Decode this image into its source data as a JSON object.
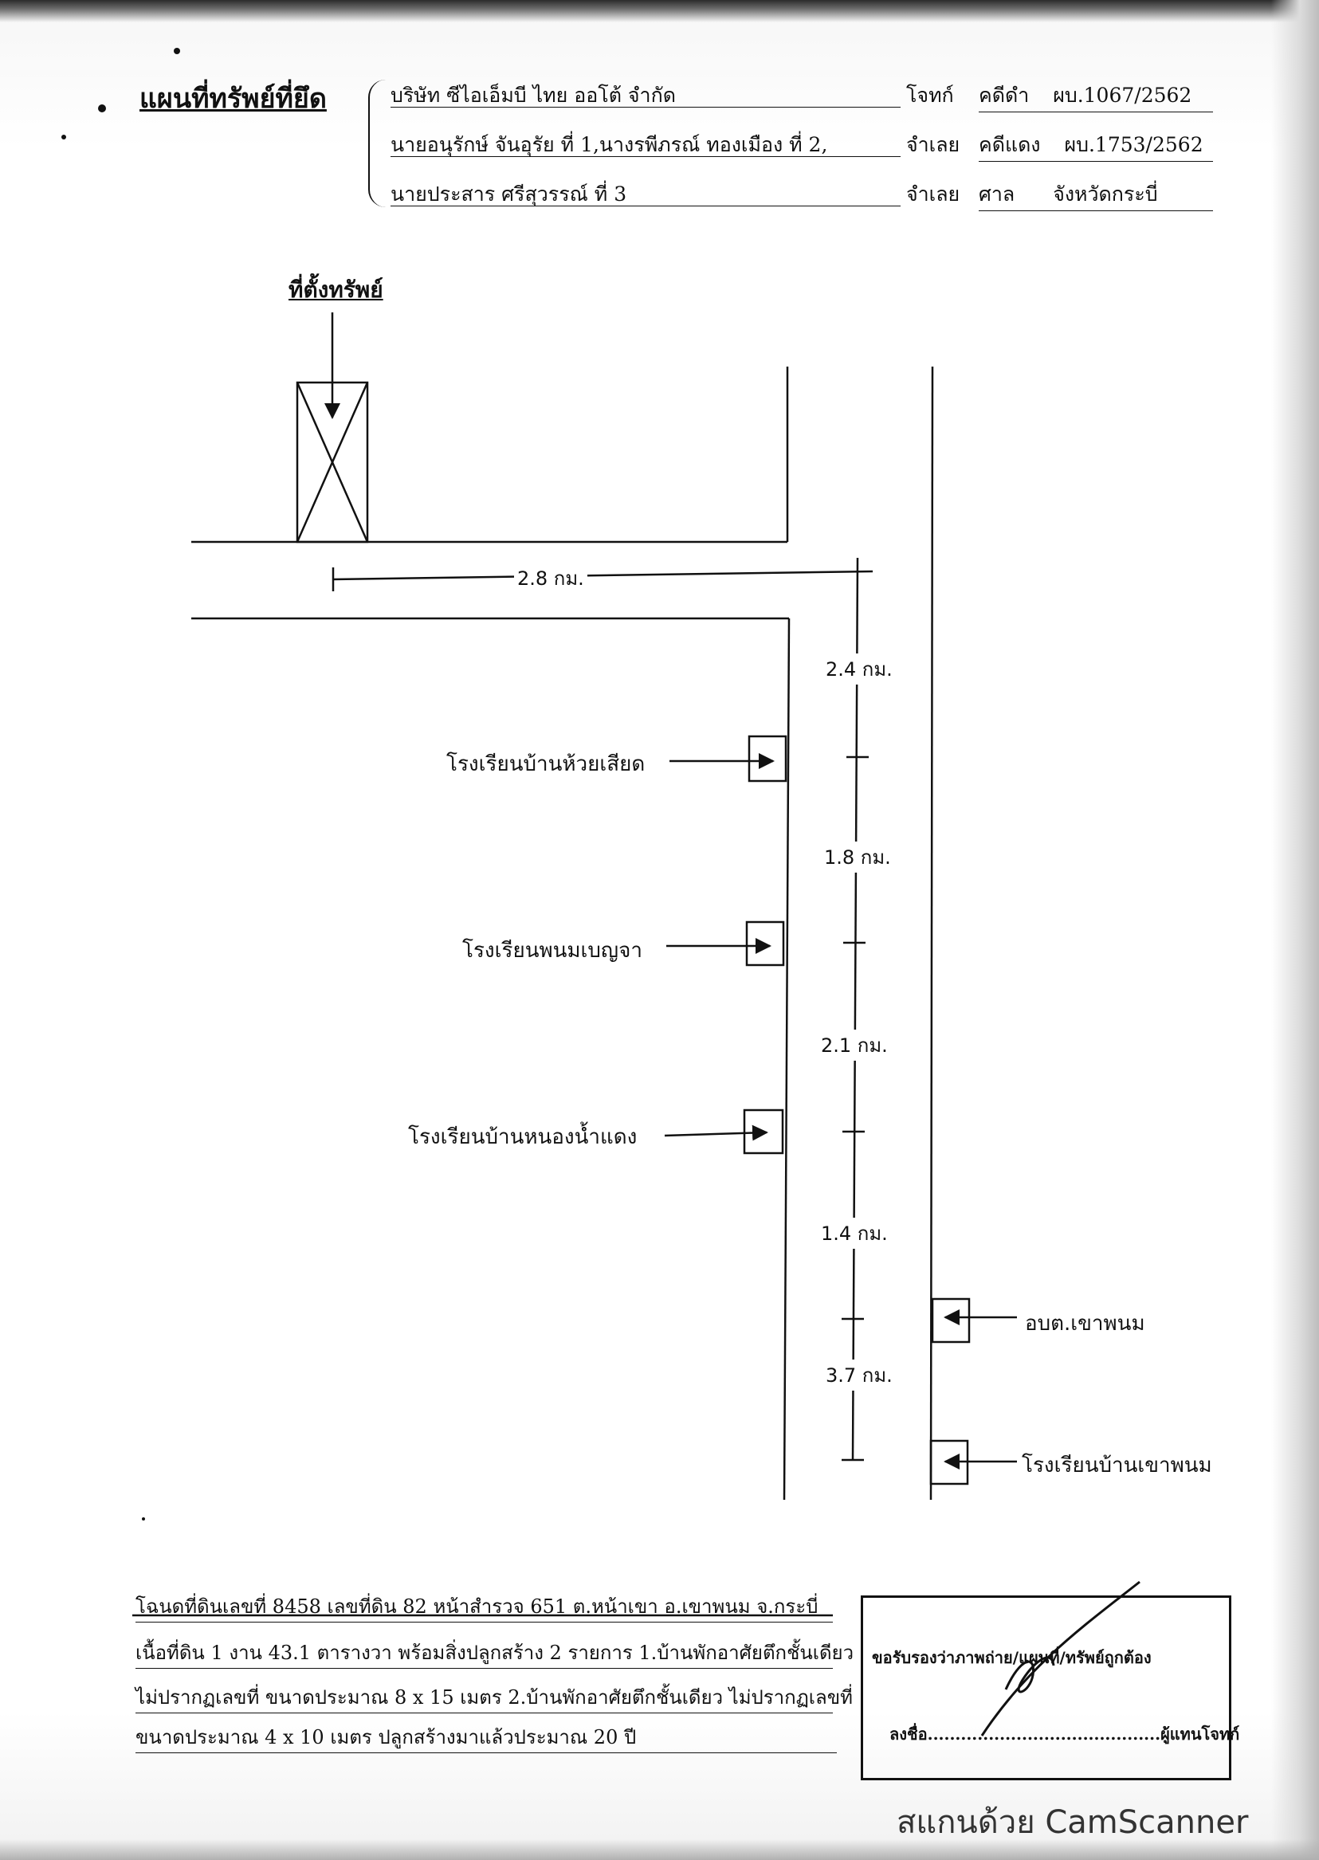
{
  "header": {
    "title": "แผนที่ทรัพย์ที่ยึด",
    "lines": [
      {
        "party": "บริษัท ซีไอเอ็มบี ไทย ออโต้ จำกัด",
        "role": "โจทก์",
        "field_label": "คดีดำ",
        "field_value": "ผบ.1067/2562"
      },
      {
        "party": "นายอนุรักษ์  จันอุรัย ที่ 1,นางรพีภรณ์  ทองเมือง ที่ 2,",
        "role": "จำเลย",
        "field_label": "คดีแดง",
        "field_value": "ผบ.1753/2562"
      },
      {
        "party": "นายประสาร  ศรีสุวรรณ์ ที่ 3",
        "role": "จำเลย",
        "field_label": "ศาล",
        "field_value": "จังหวัดกระบี่"
      }
    ]
  },
  "map": {
    "property_location_label": "ที่ตั้งทรัพย์",
    "horizontal_distance": "2.8 กม.",
    "segment_distances": [
      "2.4 กม.",
      "1.8 กม.",
      "2.1 กม.",
      "1.4 กม.",
      "3.7 กม."
    ],
    "landmarks": {
      "school_huai_siat": "โรงเรียนบ้านห้วยเสียด",
      "school_phanom_benja": "โรงเรียนพนมเบญจา",
      "school_nong_nam_daeng": "โรงเรียนบ้านหนองน้ำแดง",
      "sao_khao_phanom": "อบต.เขาพนม",
      "school_ban_khao_phanom": "โรงเรียนบ้านเขาพนม"
    }
  },
  "description": {
    "lines": [
      "โฉนดที่ดินเลขที่ 8458 เลขที่ดิน 82 หน้าสำรวจ 651 ต.หน้าเขา อ.เขาพนม จ.กระบี่",
      "เนื้อที่ดิน 1 งาน 43.1 ตารางวา พร้อมสิ่งปลูกสร้าง 2 รายการ 1.บ้านพักอาศัยตึกชั้นเดียว",
      "ไม่ปรากฏเลขที่ ขนาดประมาณ 8 x 15 เมตร 2.บ้านพักอาศัยตึกชั้นเดียว ไม่ปรากฏเลขที่",
      "ขนาดประมาณ 4 x 10 เมตร ปลูกสร้างมาแล้วประมาณ 20 ปี"
    ]
  },
  "certification": {
    "statement": "ขอรับรองว่าภาพถ่าย/แผนที่/ทรัพย์ถูกต้อง",
    "sign_prefix": "ลงชื่อ..........................................",
    "sign_suffix": "ผู้แทนโจทก์"
  },
  "footer": {
    "watermark": "สแกนด้วย CamScanner"
  }
}
